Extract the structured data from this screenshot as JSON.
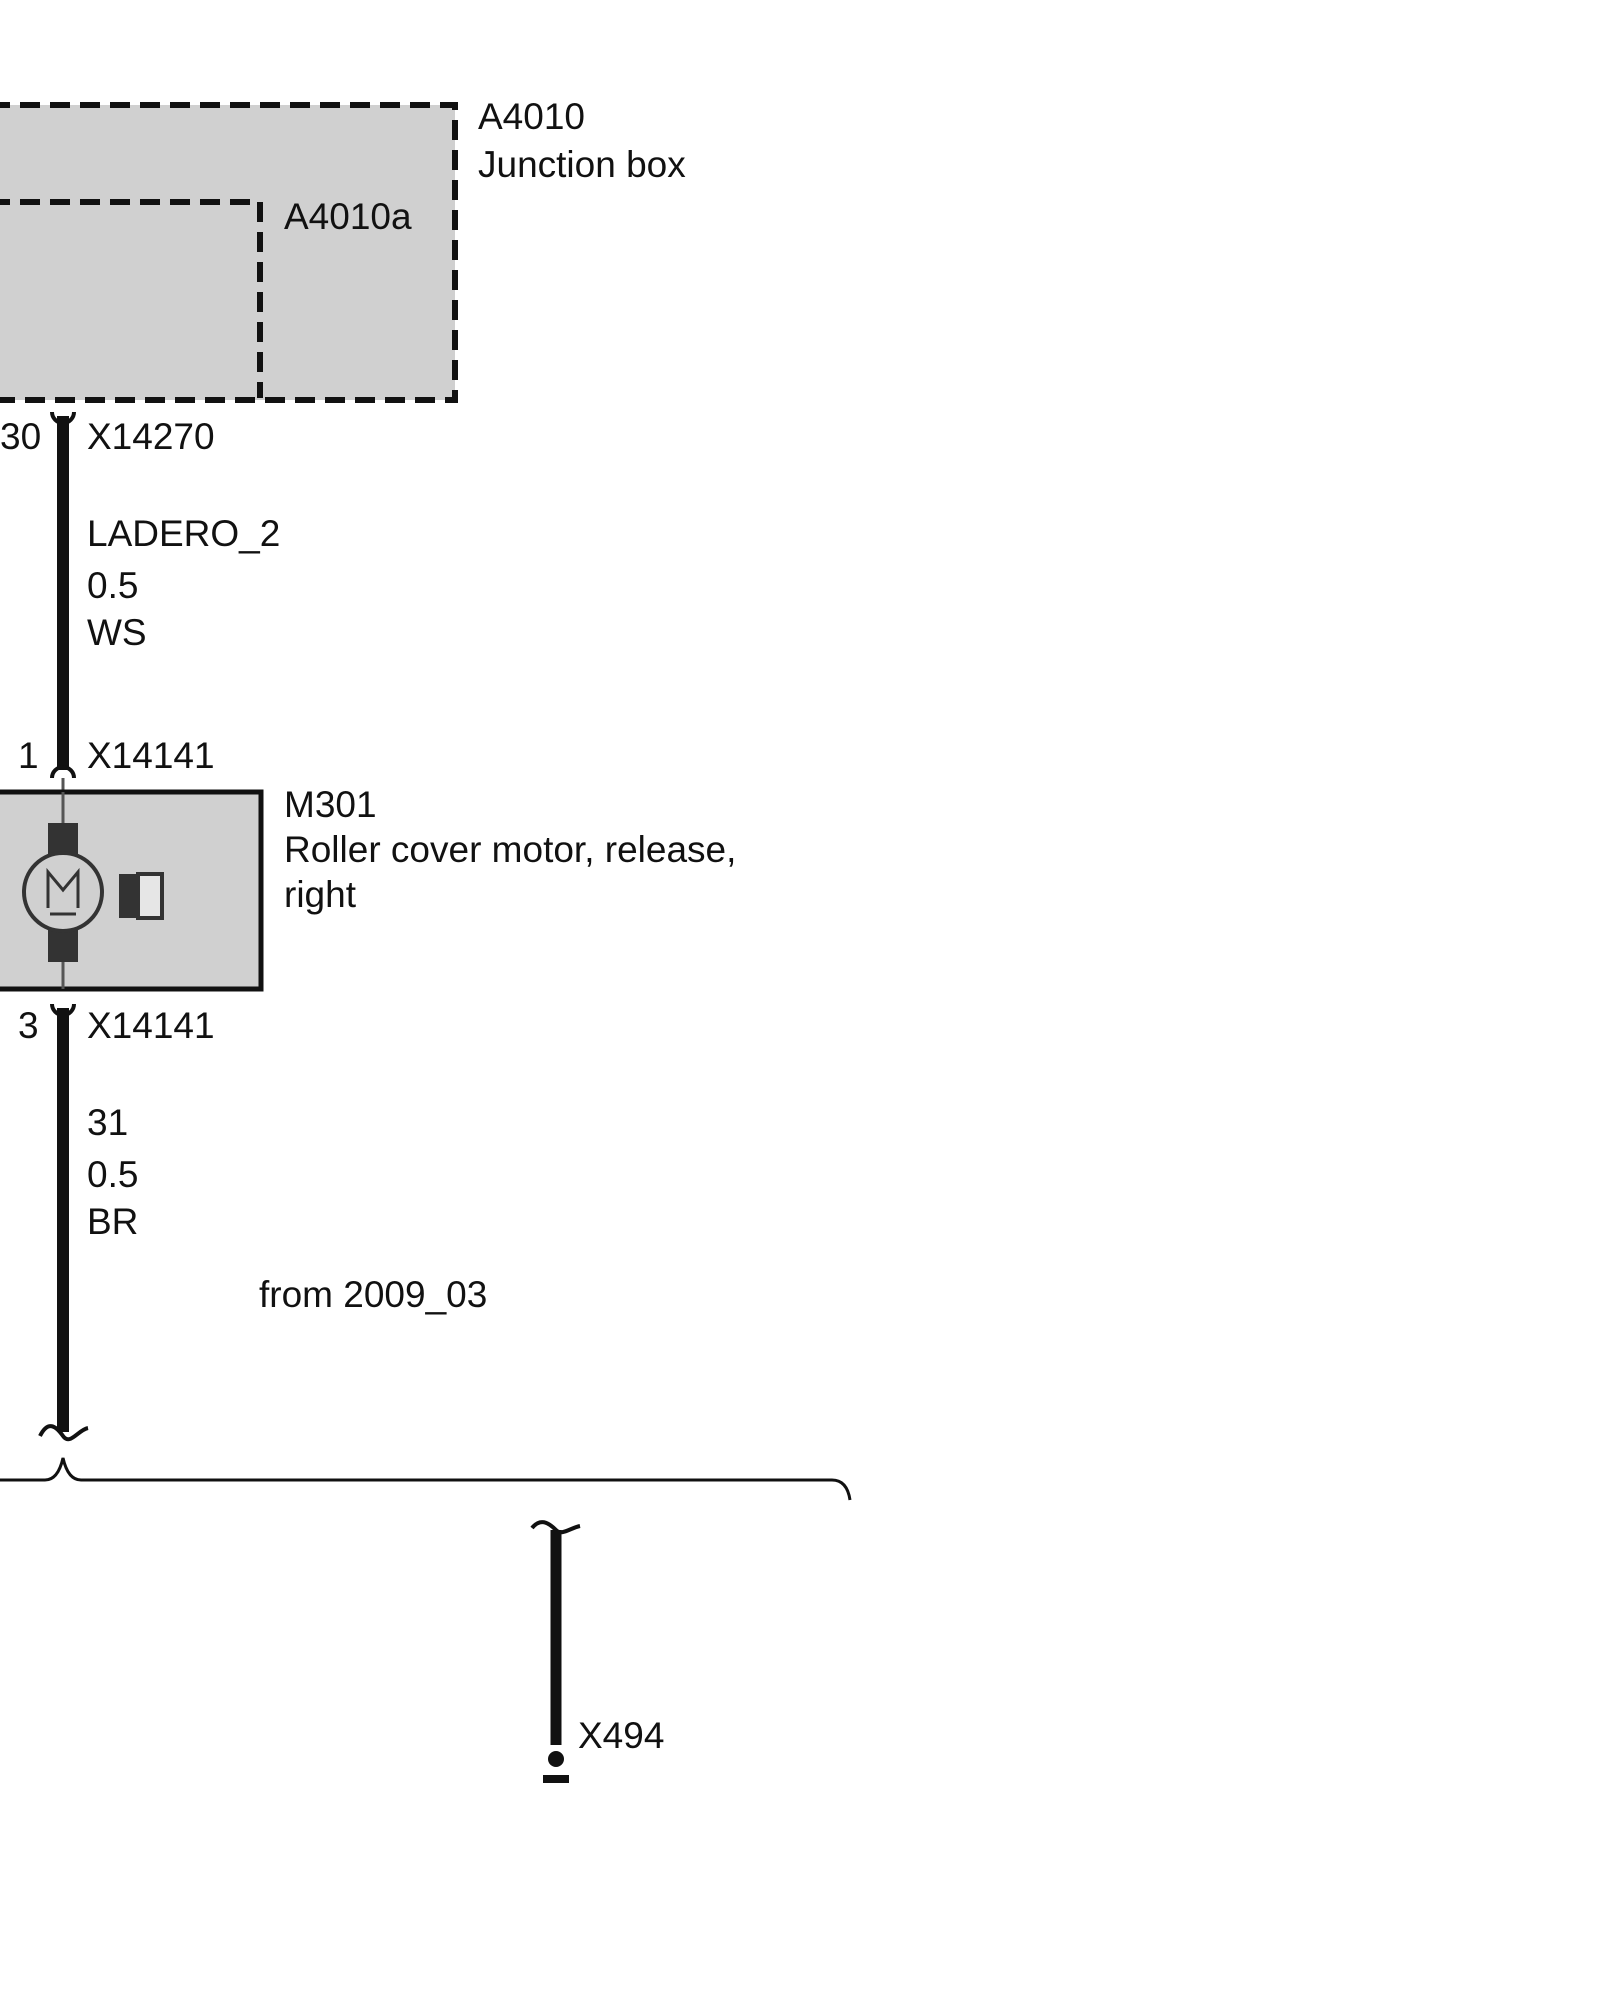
{
  "colors": {
    "box_fill": "#d0d0d0",
    "line": "#111111",
    "motor_dark": "#333333",
    "background": "#ffffff"
  },
  "icons": {
    "motor": "motor-symbol-icon",
    "ground": "ground-icon",
    "connector": "connector-arc-icon",
    "wire_break": "wire-break-icon"
  },
  "junction_box": {
    "id": "A4010",
    "name": "Junction box",
    "sub_id": "A4010a"
  },
  "connectors": {
    "top": {
      "pin_left": "30",
      "id": "X14270"
    },
    "motor_in": {
      "pin": "1",
      "id": "X14141"
    },
    "motor_out": {
      "pin": "3",
      "id": "X14141"
    }
  },
  "wires": {
    "upper": {
      "signal": "LADERO_2",
      "size": "0.5",
      "color": "WS"
    },
    "lower": {
      "signal": "31",
      "size": "0.5",
      "color": "BR"
    }
  },
  "motor": {
    "id": "M301",
    "name_line1": "Roller cover motor, release,",
    "name_line2": "right",
    "symbol_letter": "M"
  },
  "note": "from 2009_03",
  "ground": {
    "id": "X494"
  }
}
